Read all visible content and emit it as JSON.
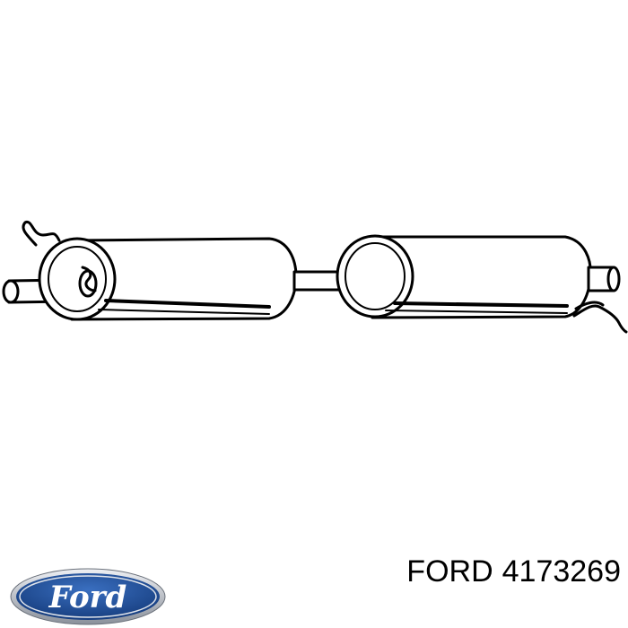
{
  "product": {
    "brand": "FORD",
    "part_number": "4173269"
  },
  "logo": {
    "text": "Ford",
    "colors": {
      "oval_blue": "#1f4f97",
      "rim": "#c8ccd3",
      "text": "#ffffff"
    }
  },
  "illustration": {
    "subject": "exhaust-muffler-line-drawing",
    "stroke_color": "#000000",
    "fill_color": "#ffffff"
  }
}
